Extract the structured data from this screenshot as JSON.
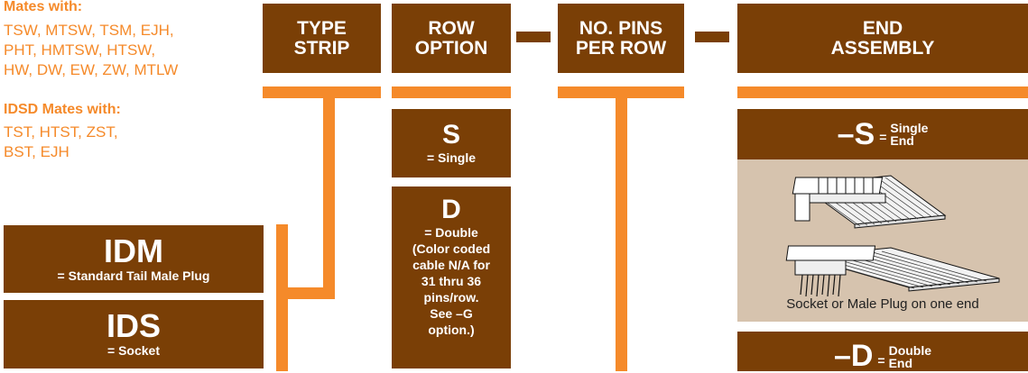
{
  "notes": {
    "mates_with_title": "Mates with:",
    "mates_with_lines": [
      "TSW, MTSW, TSM, EJH,",
      "PHT, HMTSW, HTSW,",
      "HW, DW, EW, ZW, MTLW"
    ],
    "idsd_title": "IDSD Mates with:",
    "idsd_lines": [
      "TST, HTST, ZST,",
      "BST, EJH"
    ]
  },
  "headers": {
    "type_strip": [
      "TYPE",
      "STRIP"
    ],
    "row_option": [
      "ROW",
      "OPTION"
    ],
    "pins_per_row": [
      "NO. PINS",
      "PER ROW"
    ],
    "end_assembly": [
      "END",
      "ASSEMBLY"
    ]
  },
  "type_strip": {
    "idm": {
      "code": "IDM",
      "desc": "= Standard Tail Male Plug"
    },
    "ids": {
      "code": "IDS",
      "desc": "= Socket"
    }
  },
  "row_option": {
    "single": {
      "code": "S",
      "desc": "= Single"
    },
    "double": {
      "code": "D",
      "desc_lines": [
        "= Double",
        "(Color coded",
        "cable N/A for",
        "31 thru 36",
        "pins/row.",
        "See –G",
        "option.)"
      ]
    }
  },
  "end_assembly": {
    "single": {
      "code": "–S",
      "eq": "=",
      "desc_lines": [
        "Single",
        "End"
      ]
    },
    "caption": "Socket or Male Plug on one end",
    "double": {
      "code": "–D",
      "eq": "=",
      "desc_lines": [
        "Double",
        "End"
      ]
    }
  },
  "colors": {
    "brown": "#7a3f06",
    "orange": "#f58a2a",
    "beige": "#d6c3ae"
  }
}
